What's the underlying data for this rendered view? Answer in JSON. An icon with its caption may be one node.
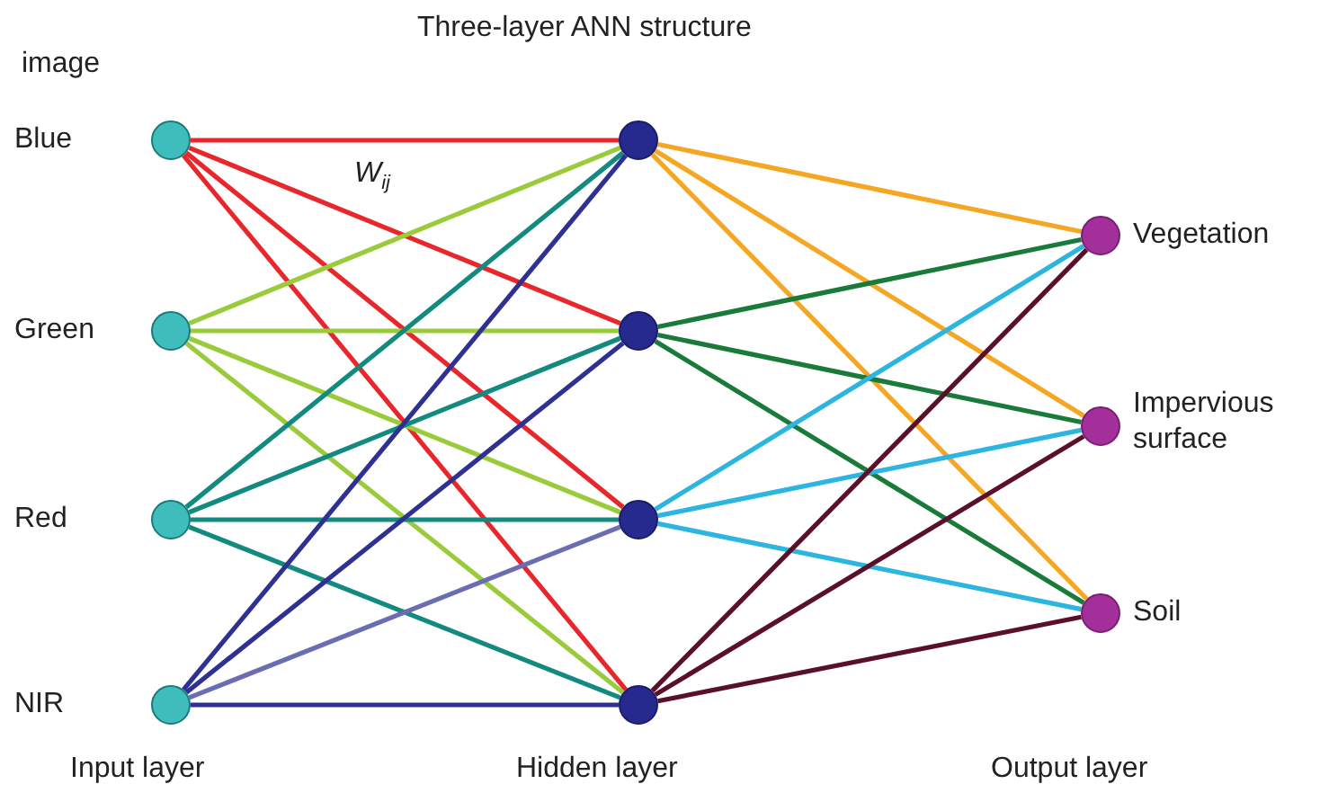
{
  "diagram": {
    "title": "Three-layer ANN structure",
    "nodes": [
      {
        "text": [],
        "shape": "circle",
        "beside": [
          "Blue"
        ]
      },
      {
        "text": [],
        "shape": "circle",
        "beside": [
          "Green"
        ]
      },
      {
        "text": [],
        "shape": "circle",
        "beside": [
          "Red"
        ]
      },
      {
        "text": [],
        "shape": "circle",
        "beside": [
          "NIR"
        ]
      },
      {
        "text": [],
        "shape": "circle"
      },
      {
        "text": [],
        "shape": "circle"
      },
      {
        "text": [],
        "shape": "circle"
      },
      {
        "text": [],
        "shape": "circle"
      },
      {
        "text": [],
        "shape": "circle",
        "beside": [
          "Vegetation"
        ]
      },
      {
        "text": [],
        "shape": "circle",
        "beside": [
          "Impervious surface"
        ]
      },
      {
        "text": [],
        "shape": "circle",
        "beside": [
          "Soil"
        ]
      }
    ],
    "edges": [
      {
        "from": 0,
        "to": 4,
        "arrow": "none",
        "color": "#e8272d"
      },
      {
        "from": 0,
        "to": 5,
        "arrow": "none",
        "color": "#e8272d"
      },
      {
        "from": 0,
        "to": 6,
        "arrow": "none",
        "color": "#e8272d"
      },
      {
        "from": 0,
        "to": 7,
        "arrow": "none",
        "color": "#e8272d"
      },
      {
        "from": 1,
        "to": 4,
        "arrow": "none",
        "color": "#9acb3a"
      },
      {
        "from": 1,
        "to": 5,
        "arrow": "none",
        "color": "#9acb3a"
      },
      {
        "from": 1,
        "to": 6,
        "arrow": "none",
        "color": "#9acb3a"
      },
      {
        "from": 1,
        "to": 7,
        "arrow": "none",
        "color": "#9acb3a"
      },
      {
        "from": 2,
        "to": 4,
        "arrow": "none",
        "color": "#138a80"
      },
      {
        "from": 2,
        "to": 5,
        "arrow": "none",
        "color": "#138a80"
      },
      {
        "from": 2,
        "to": 6,
        "arrow": "none",
        "color": "#138a80"
      },
      {
        "from": 2,
        "to": 7,
        "arrow": "none",
        "color": "#138a80"
      },
      {
        "from": 3,
        "to": 4,
        "arrow": "none",
        "color": "#2e3192"
      },
      {
        "from": 3,
        "to": 5,
        "arrow": "none",
        "color": "#2e3192"
      },
      {
        "from": 3,
        "to": 6,
        "arrow": "none",
        "color": "#6b6db3"
      },
      {
        "from": 3,
        "to": 7,
        "arrow": "none",
        "color": "#2e3192"
      },
      {
        "from": 4,
        "to": 8,
        "arrow": "none",
        "color": "#f5a623"
      },
      {
        "from": 4,
        "to": 9,
        "arrow": "none",
        "color": "#f5a623"
      },
      {
        "from": 4,
        "to": 10,
        "arrow": "none",
        "color": "#f5a623"
      },
      {
        "from": 5,
        "to": 8,
        "arrow": "none",
        "color": "#197a3a"
      },
      {
        "from": 5,
        "to": 9,
        "arrow": "none",
        "color": "#197a3a"
      },
      {
        "from": 5,
        "to": 10,
        "arrow": "none",
        "color": "#197a3a"
      },
      {
        "from": 6,
        "to": 8,
        "arrow": "none",
        "color": "#2bb5e0"
      },
      {
        "from": 6,
        "to": 9,
        "arrow": "none",
        "color": "#2bb5e0"
      },
      {
        "from": 6,
        "to": 10,
        "arrow": "none",
        "color": "#2bb5e0"
      },
      {
        "from": 7,
        "to": 8,
        "arrow": "none",
        "color": "#5a0f2a"
      },
      {
        "from": 7,
        "to": 9,
        "arrow": "none",
        "color": "#5a0f2a"
      },
      {
        "from": 7,
        "to": 10,
        "arrow": "none",
        "color": "#5a0f2a"
      }
    ],
    "labels": [
      "image",
      "*W*$_{ij}$",
      "Input layer",
      "Hidden layer",
      "Output layer"
    ]
  }
}
